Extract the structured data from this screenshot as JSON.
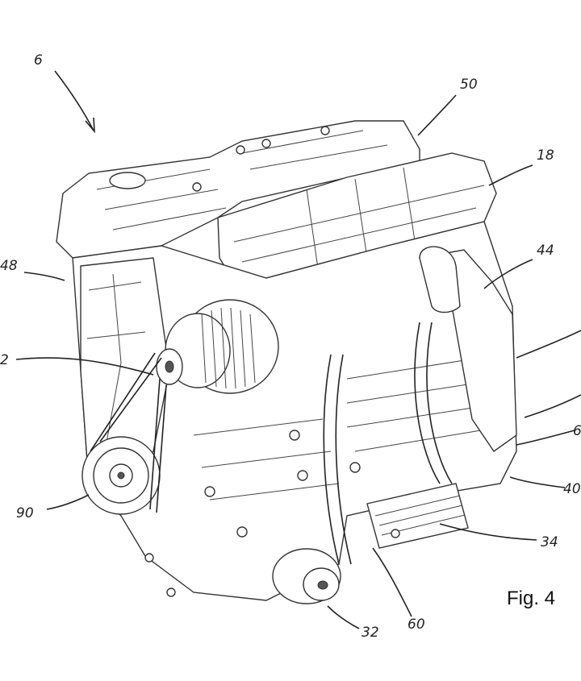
{
  "figure": {
    "label": "Fig. 4"
  },
  "reference_numerals": [
    {
      "id": "r6",
      "text": "6"
    },
    {
      "id": "r50",
      "text": "50"
    },
    {
      "id": "r18",
      "text": "18"
    },
    {
      "id": "r44",
      "text": "44"
    },
    {
      "id": "r48",
      "text": "48"
    },
    {
      "id": "r2",
      "text": "2"
    },
    {
      "id": "r90",
      "text": "90"
    },
    {
      "id": "r34",
      "text": "34"
    },
    {
      "id": "r32",
      "text": "32"
    },
    {
      "id": "r60",
      "text": "60"
    },
    {
      "id": "r40",
      "text": "40"
    },
    {
      "id": "r6b",
      "text": "6"
    }
  ]
}
